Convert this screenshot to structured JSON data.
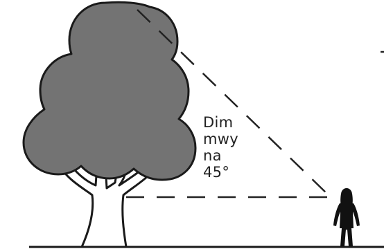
{
  "angle_label": {
    "lines": [
      "Dim",
      "mwy",
      "na",
      "45°"
    ]
  },
  "colors": {
    "canopy_fill": "#737373",
    "outline": "#1a1a1a",
    "dash": "#222222",
    "person": "#111111",
    "background": "#ffffff"
  },
  "icons": {
    "tree": "tree-icon",
    "person": "person-silhouette-icon"
  }
}
